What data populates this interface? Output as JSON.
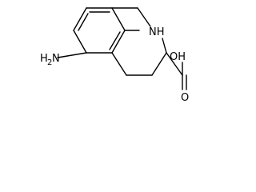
{
  "structure": {
    "labels": {
      "amine_H": "H",
      "amine_sub": "2",
      "amine_N": "N",
      "ring_nh": "NH",
      "hydroxyl": "OH",
      "carbonyl_o": "O"
    },
    "colors": {
      "bond": "#000000",
      "text": "#000000",
      "background": "#ffffff"
    }
  }
}
